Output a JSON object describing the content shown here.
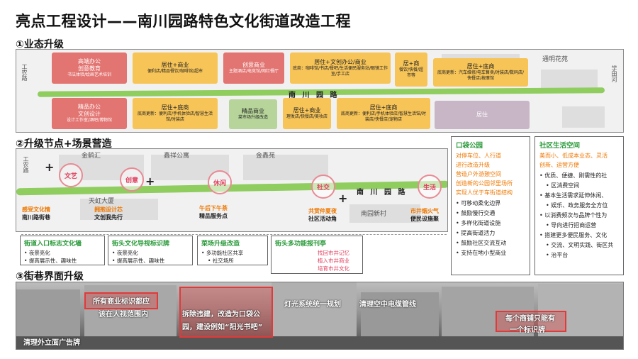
{
  "title": "亮点工程设计——南川园路特色文化街道改造工程",
  "sections": {
    "s1": "①业态升级",
    "s2": "②升级节点+场景营造",
    "s3": "③街巷界面升级"
  },
  "map1": {
    "road_left": "工农路",
    "road_right": "学田河",
    "street": "南 川 园 路",
    "place": "通明花苑",
    "north": [
      {
        "head": "高端办公\n创意教育",
        "sub": "书法体验/绘画艺术培训",
        "color": "red"
      },
      {
        "head": "居住+商业",
        "sub": "便利店/精品餐饮/咖啡馆/超市",
        "color": "yel"
      },
      {
        "head": "创意商业",
        "sub": "主题酒店/电竞馆/网红餐厅",
        "color": "red"
      },
      {
        "head": "居住+文创办公/商业",
        "sub": "底商：咖啡馆/书店/餐吧/生活便民服务站/眼镜工作室/手工店",
        "color": "yel"
      },
      {
        "head": "居+商",
        "sub": "餐饮/快餐/超市等",
        "color": "yel"
      },
      {
        "head": "居住+底商",
        "sub": "底商更新：汽车维修/电车售卖/时装店/数码店/快餐店/按摩馆",
        "color": "yel"
      }
    ],
    "south": [
      {
        "head": "精品办公\n文创设计",
        "sub": "设计工作室/酒吧/博物馆",
        "color": "red"
      },
      {
        "head": "居住+底商",
        "sub": "底商更新：便利店/手机体验店/智慧生活馆/时装店",
        "color": "yel"
      },
      {
        "head": "精品商业",
        "sub": "菜市场升级改造",
        "color": "grn"
      },
      {
        "head": "居住+商业",
        "sub": "理发店/快餐店/美妆店",
        "color": "yel"
      },
      {
        "head": "居住+底商",
        "sub": "底商更新：便利店/手机体验店/智慧生活馆/时装店/快餐店/宠物店",
        "color": "yel"
      },
      {
        "head": "居住",
        "sub": "",
        "color": "pur"
      }
    ]
  },
  "map2": {
    "road_left": "工农路",
    "street": "南 川 园 路",
    "places": [
      "金鹤汇",
      "鑫祥公寓",
      "金鑫苑",
      "天虹大厦",
      "南园新村"
    ],
    "nodes": [
      {
        "label": "文艺",
        "cap1": "感受文化情",
        "cap2": "南川路街巷"
      },
      {
        "label": "创意",
        "cap1": "拥抱设计芯",
        "cap2": "文创我先行"
      },
      {
        "label": "休闲",
        "cap1": "午后下午茶",
        "cap2": "精品服务点"
      },
      {
        "label": "社交",
        "cap1": "共赏仲夏夜",
        "cap2": "社区活动角"
      },
      {
        "label": "生活",
        "cap1": "市井烟火气",
        "cap2": "便民设施聚"
      }
    ]
  },
  "panels": {
    "p1": {
      "head": "街道入口标志文化墙",
      "items": [
        "夜景亮化",
        "提高展示性、趣味性"
      ]
    },
    "p2": {
      "head": "街头文化导视标识牌",
      "items": [
        "夜景亮化",
        "提高展示性、趣味性"
      ]
    },
    "p3": {
      "head": "菜场升级改造",
      "items": [
        "多功能社区共享",
        "社交场所"
      ]
    },
    "p4": {
      "head": "街头多功能报刊亭",
      "items": [
        "找回市井记忆",
        "植入市井商业",
        "培育市井文化"
      ]
    }
  },
  "pocket": {
    "head": "口袋公园",
    "orange": [
      "对停车位、人行道",
      "进行改造升级",
      "营造户外游憩空间",
      "创造新的公园邻里场所",
      "实现人优于车街道结构"
    ],
    "items": [
      "可移动柔化边界",
      "鼓励慢行交通",
      "多样化街道设施",
      "提高街道活力",
      "鼓励社区交流互动",
      "支持在地小型商业"
    ]
  },
  "community": {
    "head": "社区生活空间",
    "orange": [
      "美而小、低成本业态、灵活",
      "创新、运营方便"
    ],
    "items": [
      "优质、便捷、刚需性的社",
      "区消费空间",
      "基本生活需求延伸休闲、",
      "娱乐、政务服务全方位",
      "以消费频次与品牌个性为",
      "导向进行招商运营",
      "搭建更多便民服务、文化",
      "交流、文明实践、街区共",
      "治平台"
    ]
  },
  "photo": {
    "l1": "所有商业标识都应",
    "l2": "该在人视范围内",
    "l3": "清理外立面广告牌",
    "l4": "拆除违建，改造为口袋公",
    "l5": "园，建设例如“阳光书吧”",
    "l6": "灯光系统统一规划",
    "l7": "清理空中电缆管线",
    "l8": "每个商铺只能有",
    "l9": "一个标识牌"
  }
}
